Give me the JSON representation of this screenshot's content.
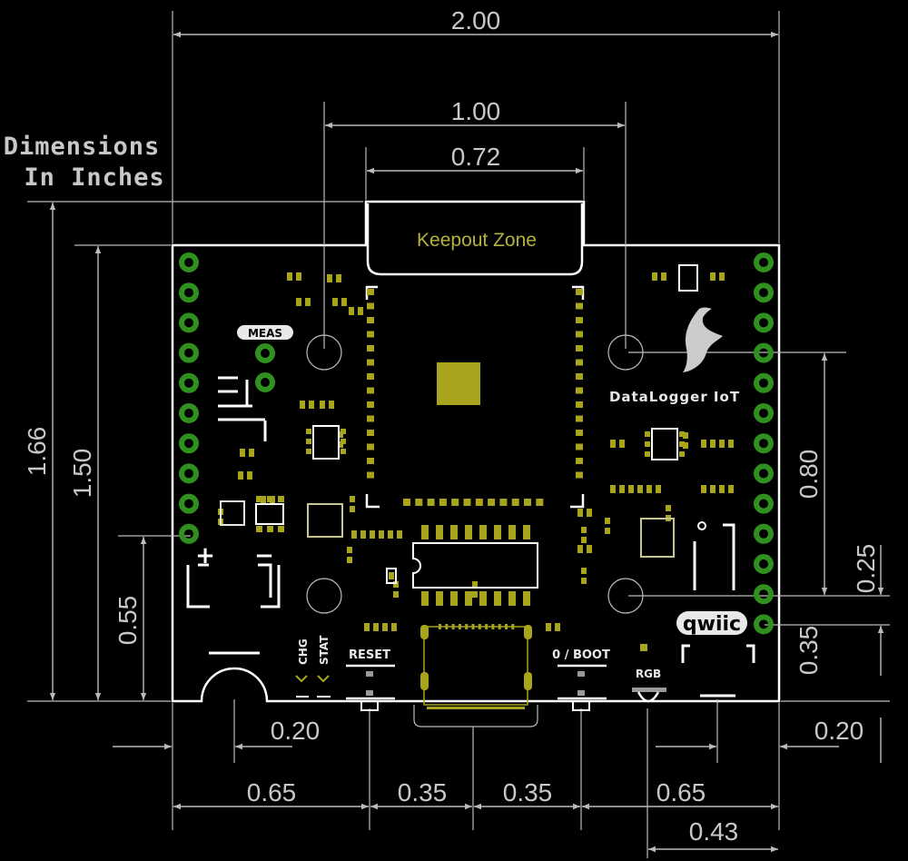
{
  "title_line1": "Dimensions",
  "title_line2": "In Inches",
  "keepout_label": "Keepout Zone",
  "board_name": "DataLogger IoT",
  "labels": {
    "meas": "MEAS",
    "qwiic": "qwiic",
    "chg": "CHG",
    "stat": "STAT",
    "reset": "RESET",
    "boot": "0 / BOOT",
    "rgb": "RGB",
    "plus": "+",
    "minus": "−"
  },
  "dimensions": {
    "top_total": "2.00",
    "top_mid": "1.00",
    "top_inner": "0.72",
    "left_outer": "1.66",
    "left_inner": "1.50",
    "left_low": "0.55",
    "right_mid": "0.80",
    "right_small": "0.25",
    "right_low": "0.35",
    "bottom_left_small": "0.20",
    "bottom_right_small": "0.20",
    "bottom_a": "0.65",
    "bottom_b": "0.35",
    "bottom_c": "0.35",
    "bottom_d": "0.65",
    "bottom_e": "0.43"
  },
  "colors": {
    "background": "#000000",
    "dimension_line": "#bbbbbb",
    "outline": "#ffffff",
    "pad_green": "#2f8f1f",
    "pad_gold": "#a8a41c",
    "keepout_text": "#b4b23c"
  }
}
